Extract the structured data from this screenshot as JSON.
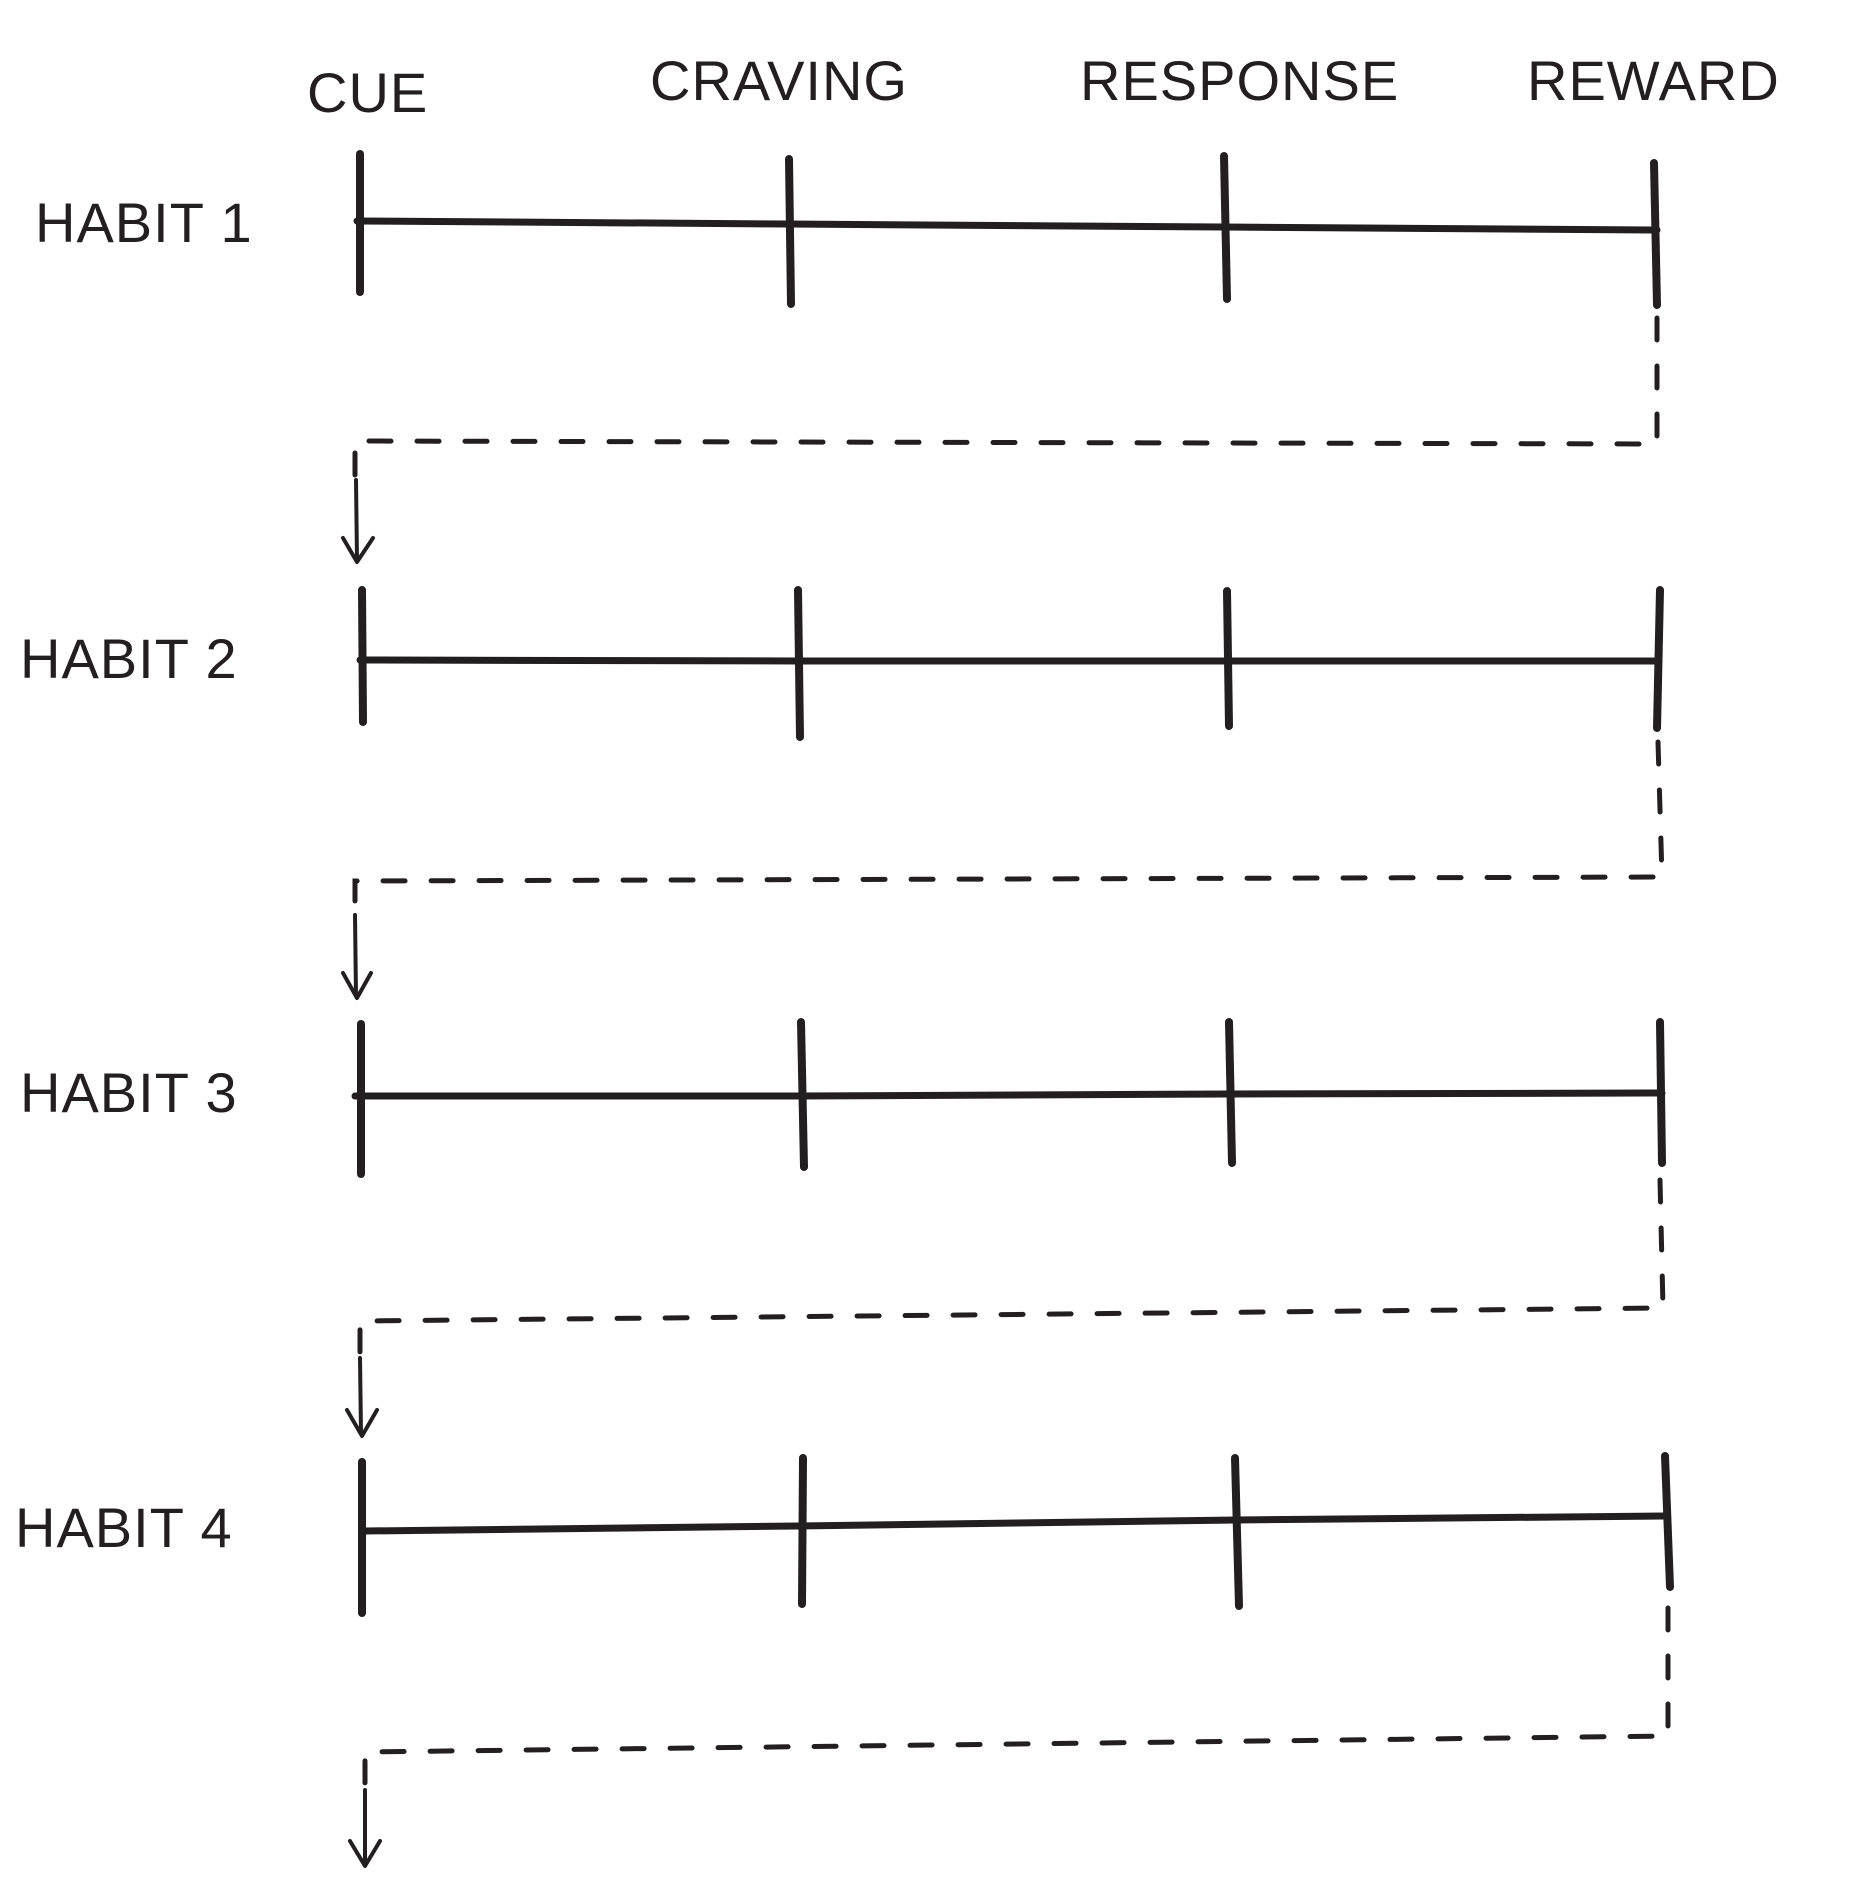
{
  "stages": [
    {
      "label": "CUE"
    },
    {
      "label": "CRAVING"
    },
    {
      "label": "RESPONSE"
    },
    {
      "label": "REWARD"
    }
  ],
  "habits": [
    {
      "label": "HABIT 1"
    },
    {
      "label": "HABIT 2"
    },
    {
      "label": "HABIT 3"
    },
    {
      "label": "HABIT 4"
    }
  ],
  "colors": {
    "ink": "#231f20",
    "background": "#ffffff"
  },
  "icons": {
    "flow_arrow": "arrow-down-icon"
  }
}
